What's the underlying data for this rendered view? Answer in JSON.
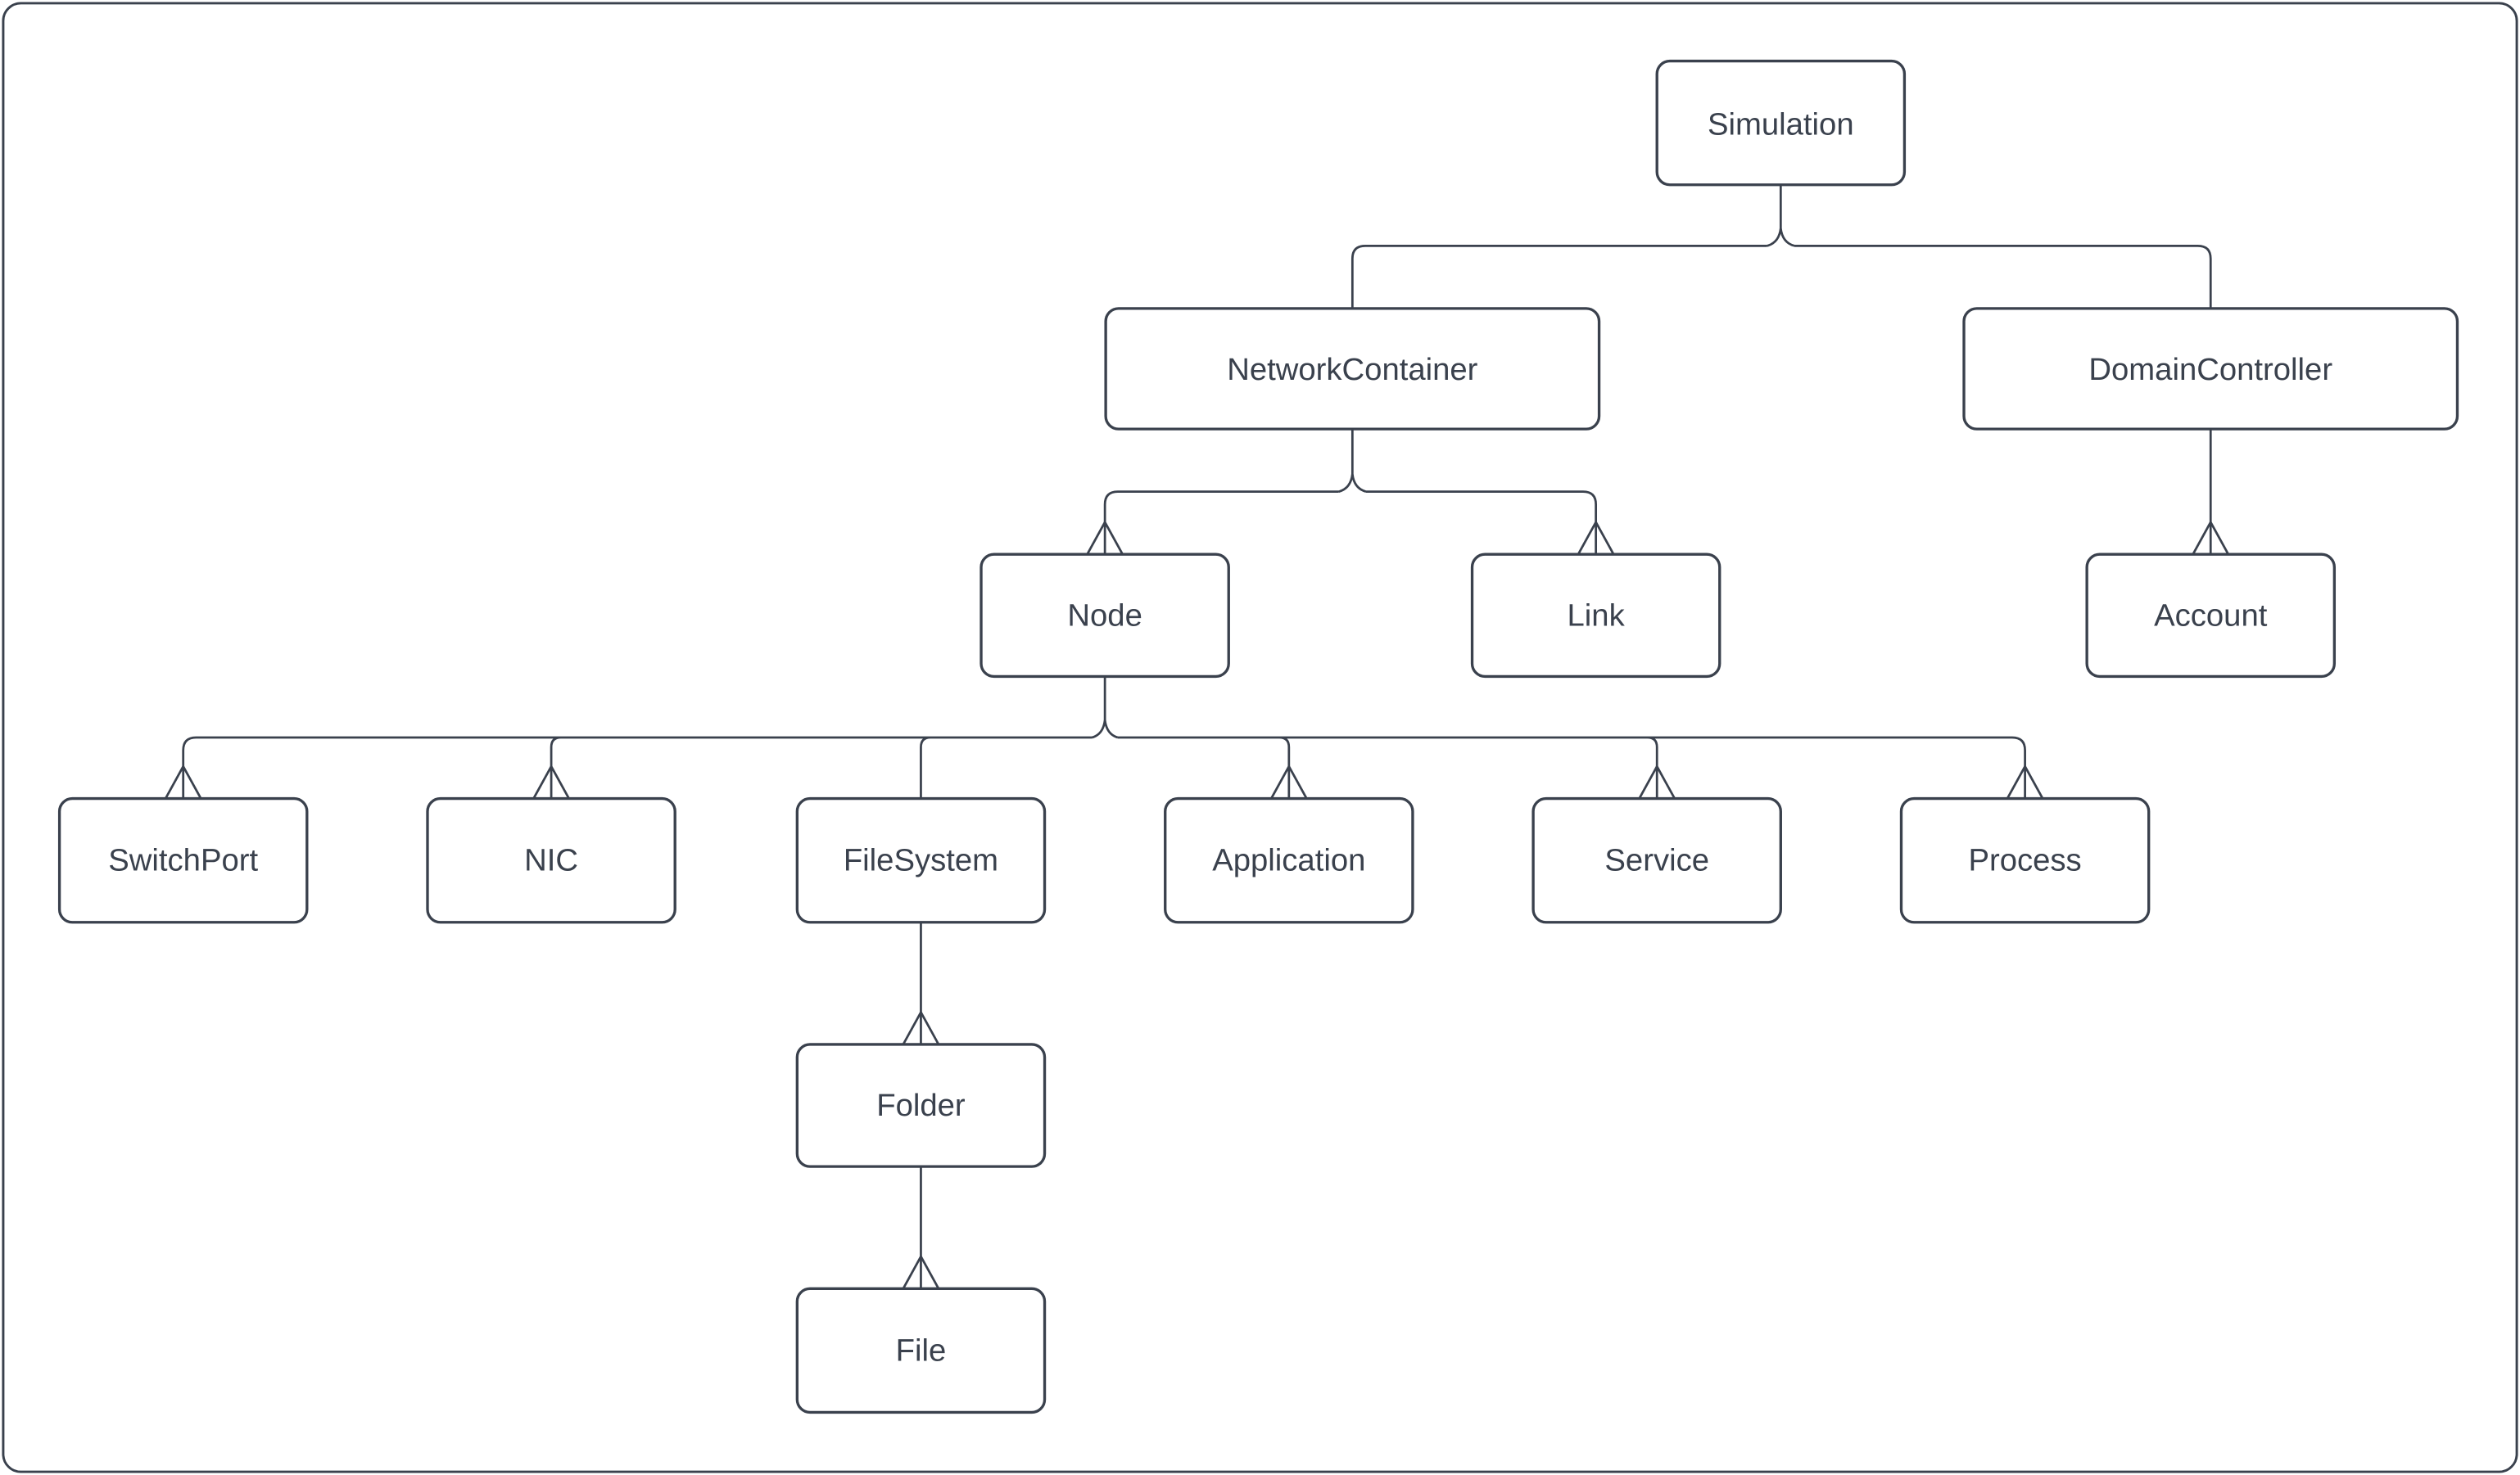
{
  "diagram": {
    "type": "hierarchy-tree",
    "background_color": "#ffffff",
    "line_color": "#3a414d",
    "text_color": "#3a414d",
    "arrowhead_style": "open-upward-chevron",
    "nodes": [
      {
        "id": "simulation",
        "label": "Simulation"
      },
      {
        "id": "network-container",
        "label": "NetworkContainer"
      },
      {
        "id": "domain-controller",
        "label": "DomainController"
      },
      {
        "id": "node",
        "label": "Node"
      },
      {
        "id": "link",
        "label": "Link"
      },
      {
        "id": "account",
        "label": "Account"
      },
      {
        "id": "switch-port",
        "label": "SwitchPort"
      },
      {
        "id": "nic",
        "label": "NIC"
      },
      {
        "id": "file-system",
        "label": "FileSystem"
      },
      {
        "id": "application",
        "label": "Application"
      },
      {
        "id": "service",
        "label": "Service"
      },
      {
        "id": "process",
        "label": "Process"
      },
      {
        "id": "folder",
        "label": "Folder"
      },
      {
        "id": "file",
        "label": "File"
      }
    ],
    "edges": [
      {
        "from": "Simulation",
        "to": "NetworkContainer"
      },
      {
        "from": "Simulation",
        "to": "DomainController"
      },
      {
        "from": "NetworkContainer",
        "to": "Node"
      },
      {
        "from": "NetworkContainer",
        "to": "Link"
      },
      {
        "from": "DomainController",
        "to": "Account"
      },
      {
        "from": "Node",
        "to": "SwitchPort"
      },
      {
        "from": "Node",
        "to": "NIC"
      },
      {
        "from": "Node",
        "to": "FileSystem"
      },
      {
        "from": "Node",
        "to": "Application"
      },
      {
        "from": "Node",
        "to": "Service"
      },
      {
        "from": "Node",
        "to": "Process"
      },
      {
        "from": "FileSystem",
        "to": "Folder"
      },
      {
        "from": "Folder",
        "to": "File"
      }
    ]
  }
}
